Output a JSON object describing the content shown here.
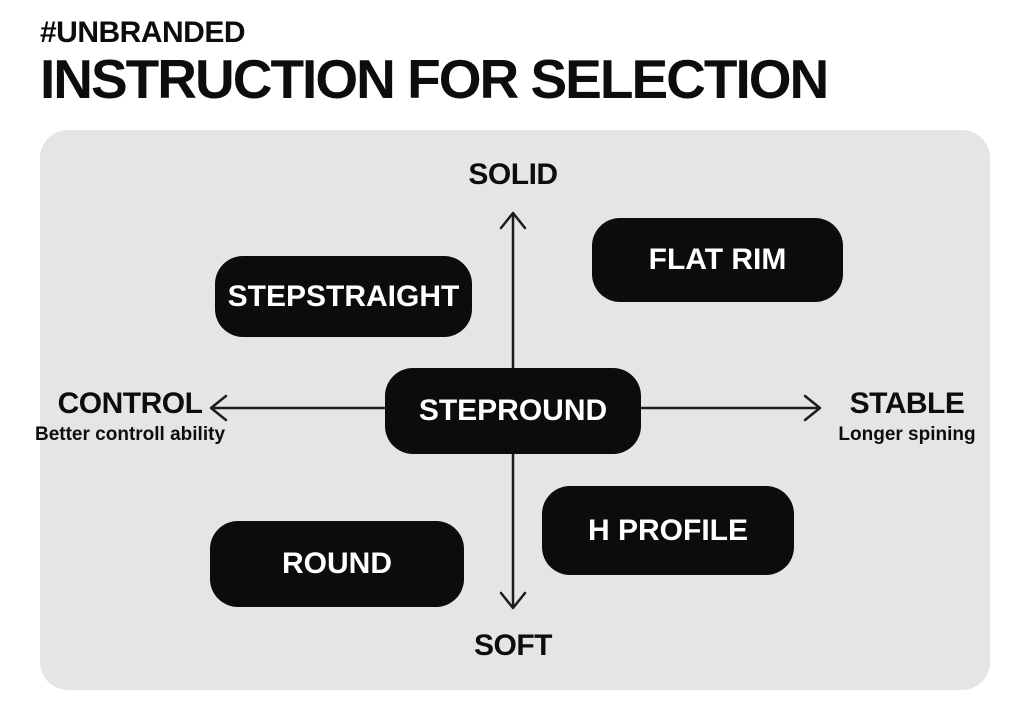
{
  "header": {
    "tag": "#UNBRANDED",
    "title": "INSTRUCTION FOR SELECTION"
  },
  "diagram": {
    "type": "quadrant-map",
    "axis_top": {
      "label": "SOLID"
    },
    "axis_bottom": {
      "label": "SOFT"
    },
    "axis_left": {
      "label": "CONTROL",
      "sublabel": "Better controll ability"
    },
    "axis_right": {
      "label": "STABLE",
      "sublabel": "Longer spining"
    },
    "items": [
      {
        "label": "STEPSTRAIGHT",
        "position": "upper-left"
      },
      {
        "label": "FLAT RIM",
        "position": "upper-right"
      },
      {
        "label": "STEPROUND",
        "position": "center"
      },
      {
        "label": "ROUND",
        "position": "lower-left"
      },
      {
        "label": "H PROFILE",
        "position": "lower-right"
      }
    ],
    "colors": {
      "page_bg": "#ffffff",
      "panel_bg": "#e5e5e4",
      "pill_bg": "#0c0c0c",
      "pill_text": "#ffffff",
      "axis_stroke": "#1c1c1c",
      "text": "#0d0d0d"
    }
  }
}
